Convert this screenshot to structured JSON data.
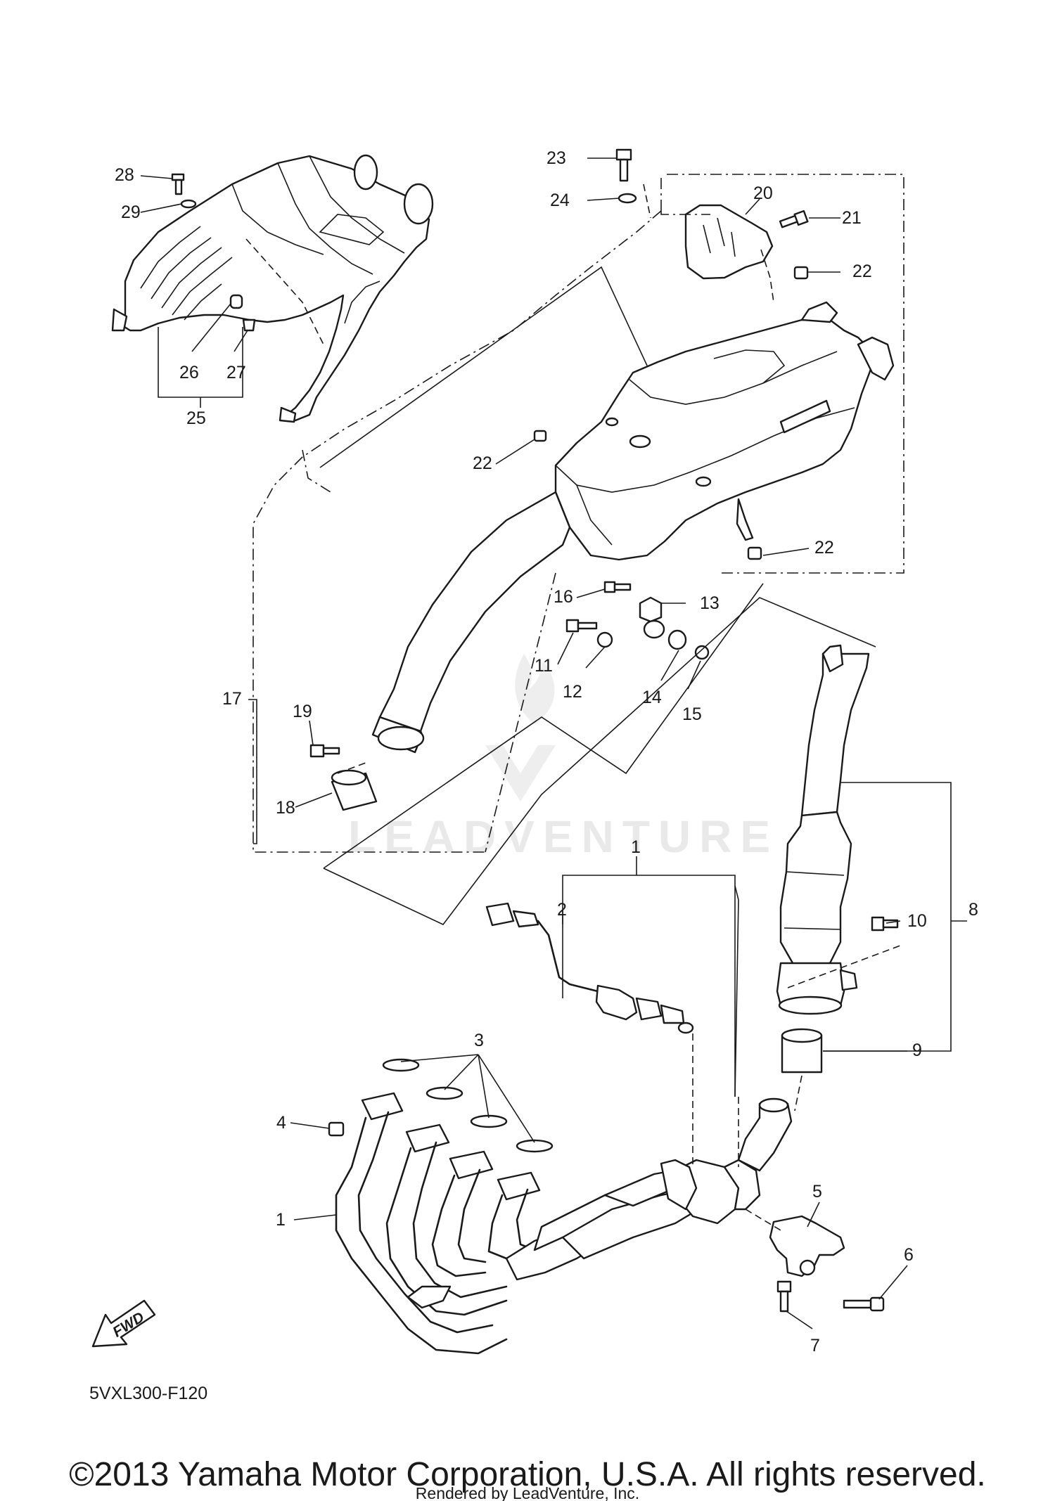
{
  "diagram": {
    "code": "5VXL300-F120",
    "fwd_label": "FWD",
    "copyright": "©2013 Yamaha Motor Corporation, U.S.A. All rights reserved.",
    "rendered_by": "Rendered by LeadVenture, Inc.",
    "watermark": "LEADVENTURE",
    "callouts": {
      "c1_upper": "1",
      "c1_lower": "1",
      "c2": "2",
      "c3": "3",
      "c4": "4",
      "c5": "5",
      "c6": "6",
      "c7": "7",
      "c8": "8",
      "c9": "9",
      "c10": "10",
      "c11": "11",
      "c12": "12",
      "c13": "13",
      "c14": "14",
      "c15": "15",
      "c16": "16",
      "c17": "17",
      "c18": "18",
      "c19": "19",
      "c20": "20",
      "c21": "21",
      "c22_a": "22",
      "c22_b": "22",
      "c22_c": "22",
      "c23": "23",
      "c24": "24",
      "c25": "25",
      "c26": "26",
      "c27": "27",
      "c28": "28",
      "c29": "29"
    }
  }
}
